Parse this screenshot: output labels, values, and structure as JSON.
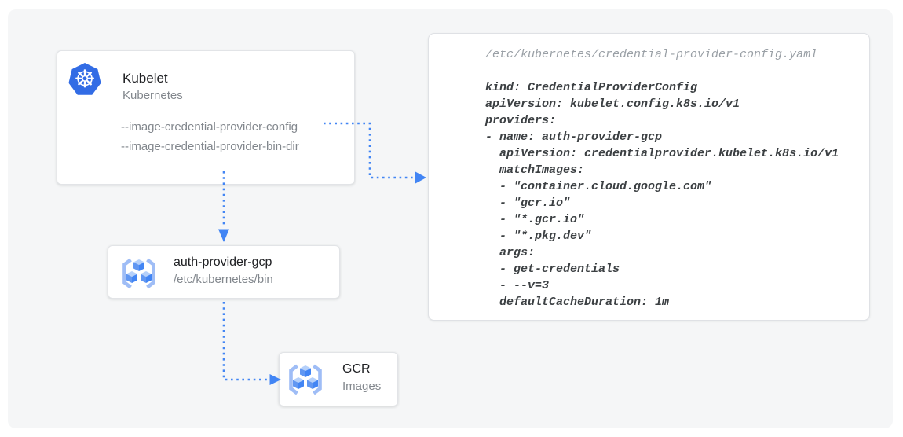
{
  "kubelet_card": {
    "title": "Kubelet",
    "subtitle": "Kubernetes",
    "flags": [
      "--image-credential-provider-config",
      "--image-credential-provider-bin-dir"
    ]
  },
  "auth_provider_card": {
    "title": "auth-provider-gcp",
    "subtitle": "/etc/kubernetes/bin"
  },
  "gcr_card": {
    "title": "GCR",
    "subtitle": "Images"
  },
  "config_panel": {
    "filename": "/etc/kubernetes/credential-provider-config.yaml",
    "yaml_lines": [
      "kind: CredentialProviderConfig",
      "apiVersion: kubelet.config.k8s.io/v1",
      "providers:",
      "- name: auth-provider-gcp",
      "  apiVersion: credentialprovider.kubelet.k8s.io/v1",
      "  matchImages:",
      "  - \"container.cloud.google.com\"",
      "  - \"gcr.io\"",
      "  - \"*.gcr.io\"",
      "  - \"*.pkg.dev\"",
      "  args:",
      "  - get-credentials",
      "  - --v=3",
      "  defaultCacheDuration: 1m"
    ]
  },
  "icons": {
    "kubernetes_helm_glyph": "☸",
    "kubelet_icon": "kubernetes-helm-icon",
    "auth_provider_icon": "gcr-cubes-icon",
    "gcr_icon": "gcr-cubes-icon"
  },
  "colors": {
    "arrow_blue": "#4285f4",
    "kubernetes_blue": "#326ce5",
    "card_title": "#202124",
    "muted_text": "#82878d",
    "yaml_text": "#3c4043",
    "yaml_filename": "#9aa0a6",
    "stage_background": "#f5f6f7",
    "panel_background": "#ffffff"
  }
}
